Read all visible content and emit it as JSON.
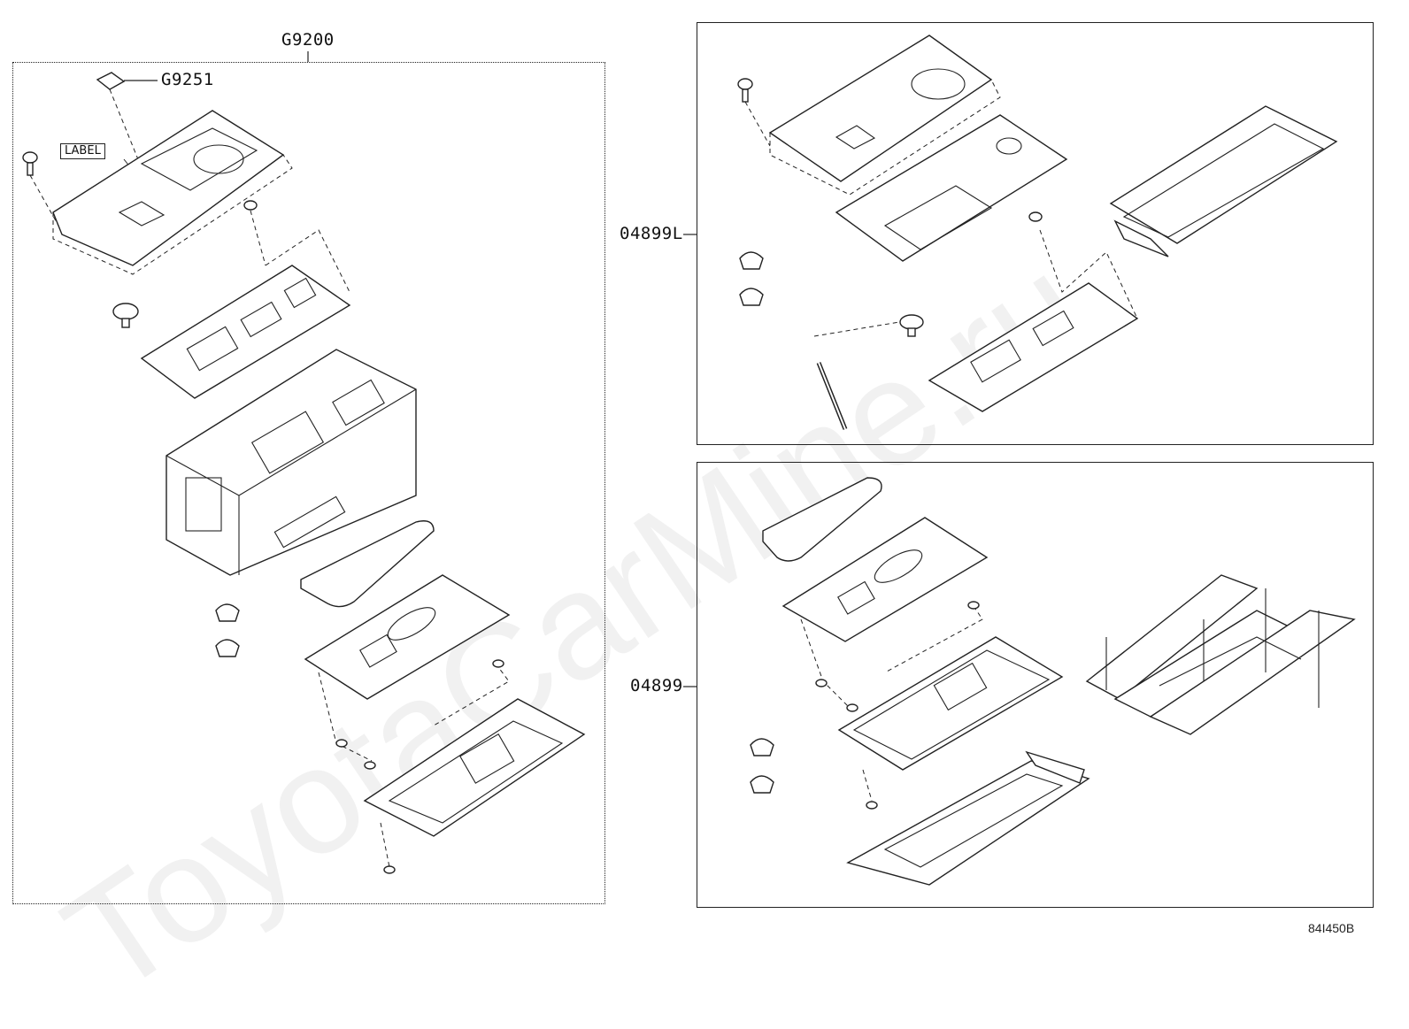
{
  "callouts": {
    "assembly": "G9200",
    "label_part": "G9251",
    "label_text": "LABEL",
    "kit_l": "04899L",
    "kit": "04899"
  },
  "watermark": "ToyotaCarMine.ru",
  "doc_id": "84I450B",
  "colors": {
    "ink": "#222222",
    "background": "#ffffff"
  }
}
